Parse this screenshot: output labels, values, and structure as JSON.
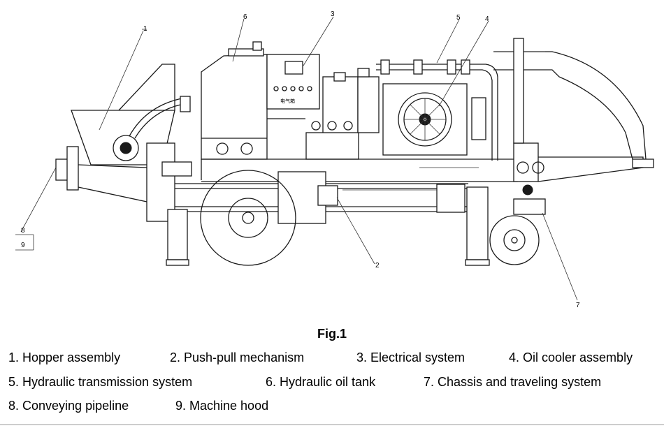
{
  "diagram": {
    "callouts": [
      {
        "id": "c1",
        "text": "1"
      },
      {
        "id": "c2",
        "text": "2"
      },
      {
        "id": "c3",
        "text": "3"
      },
      {
        "id": "c4",
        "text": "4"
      },
      {
        "id": "c5",
        "text": "5"
      },
      {
        "id": "c6",
        "text": "6"
      },
      {
        "id": "c7",
        "text": "7"
      },
      {
        "id": "c8",
        "text": "8"
      },
      {
        "id": "c9",
        "text": "9"
      }
    ],
    "panel_label": "电气箱"
  },
  "figure": {
    "title": "Fig.1"
  },
  "legend": {
    "rows": [
      [
        "1.  Hopper assembly",
        "2. Push-pull mechanism",
        "3. Electrical system",
        "4. Oil cooler assembly"
      ],
      [
        "5.  Hydraulic transmission system",
        "6. Hydraulic oil tank",
        "7. Chassis and traveling system"
      ],
      [
        "8. Conveying pipeline",
        "9. Machine hood"
      ]
    ]
  }
}
